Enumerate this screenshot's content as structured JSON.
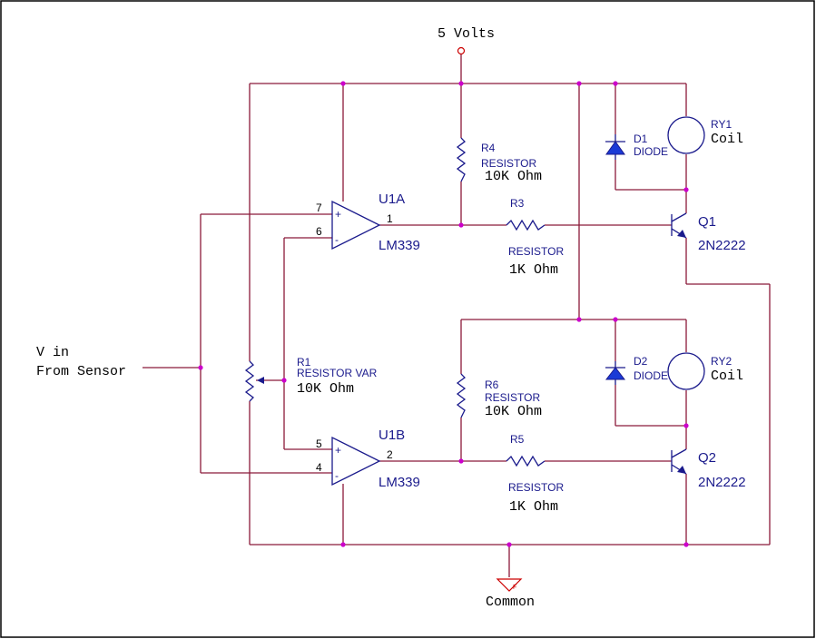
{
  "colors": {
    "wire": "#8b1a3a",
    "component": "#1a1a8c",
    "junction": "#cc00cc",
    "diode_fill": "#1a3ad6",
    "text": "#000000"
  },
  "supply": {
    "label": "5 Volts"
  },
  "ground": {
    "label": "Common",
    "pin_letter": "F"
  },
  "input": {
    "line1": "V in",
    "line2": "From Sensor"
  },
  "u1a": {
    "ref": "U1A",
    "part": "LM339",
    "pin_plus": "7",
    "pin_minus": "6",
    "pin_out": "1",
    "plus": "+",
    "minus": "-"
  },
  "u1b": {
    "ref": "U1B",
    "part": "LM339",
    "pin_plus": "5",
    "pin_minus": "4",
    "pin_out": "2",
    "plus": "+",
    "minus": "-"
  },
  "r1": {
    "ref": "R1",
    "type": "RESISTOR VAR",
    "value": "10K Ohm"
  },
  "r3": {
    "ref": "R3",
    "type": "RESISTOR",
    "value": "1K Ohm"
  },
  "r4": {
    "ref": "R4",
    "type": "RESISTOR",
    "value": "10K Ohm"
  },
  "r5": {
    "ref": "R5",
    "type": "RESISTOR",
    "value": "1K Ohm"
  },
  "r6": {
    "ref": "R6",
    "type": "RESISTOR",
    "value": "10K Ohm"
  },
  "d1": {
    "ref": "D1",
    "type": "DIODE"
  },
  "d2": {
    "ref": "D2",
    "type": "DIODE"
  },
  "ry1": {
    "ref": "RY1",
    "type": "Coil"
  },
  "ry2": {
    "ref": "RY2",
    "type": "Coil"
  },
  "q1": {
    "ref": "Q1",
    "part": "2N2222"
  },
  "q2": {
    "ref": "Q2",
    "part": "2N2222"
  }
}
